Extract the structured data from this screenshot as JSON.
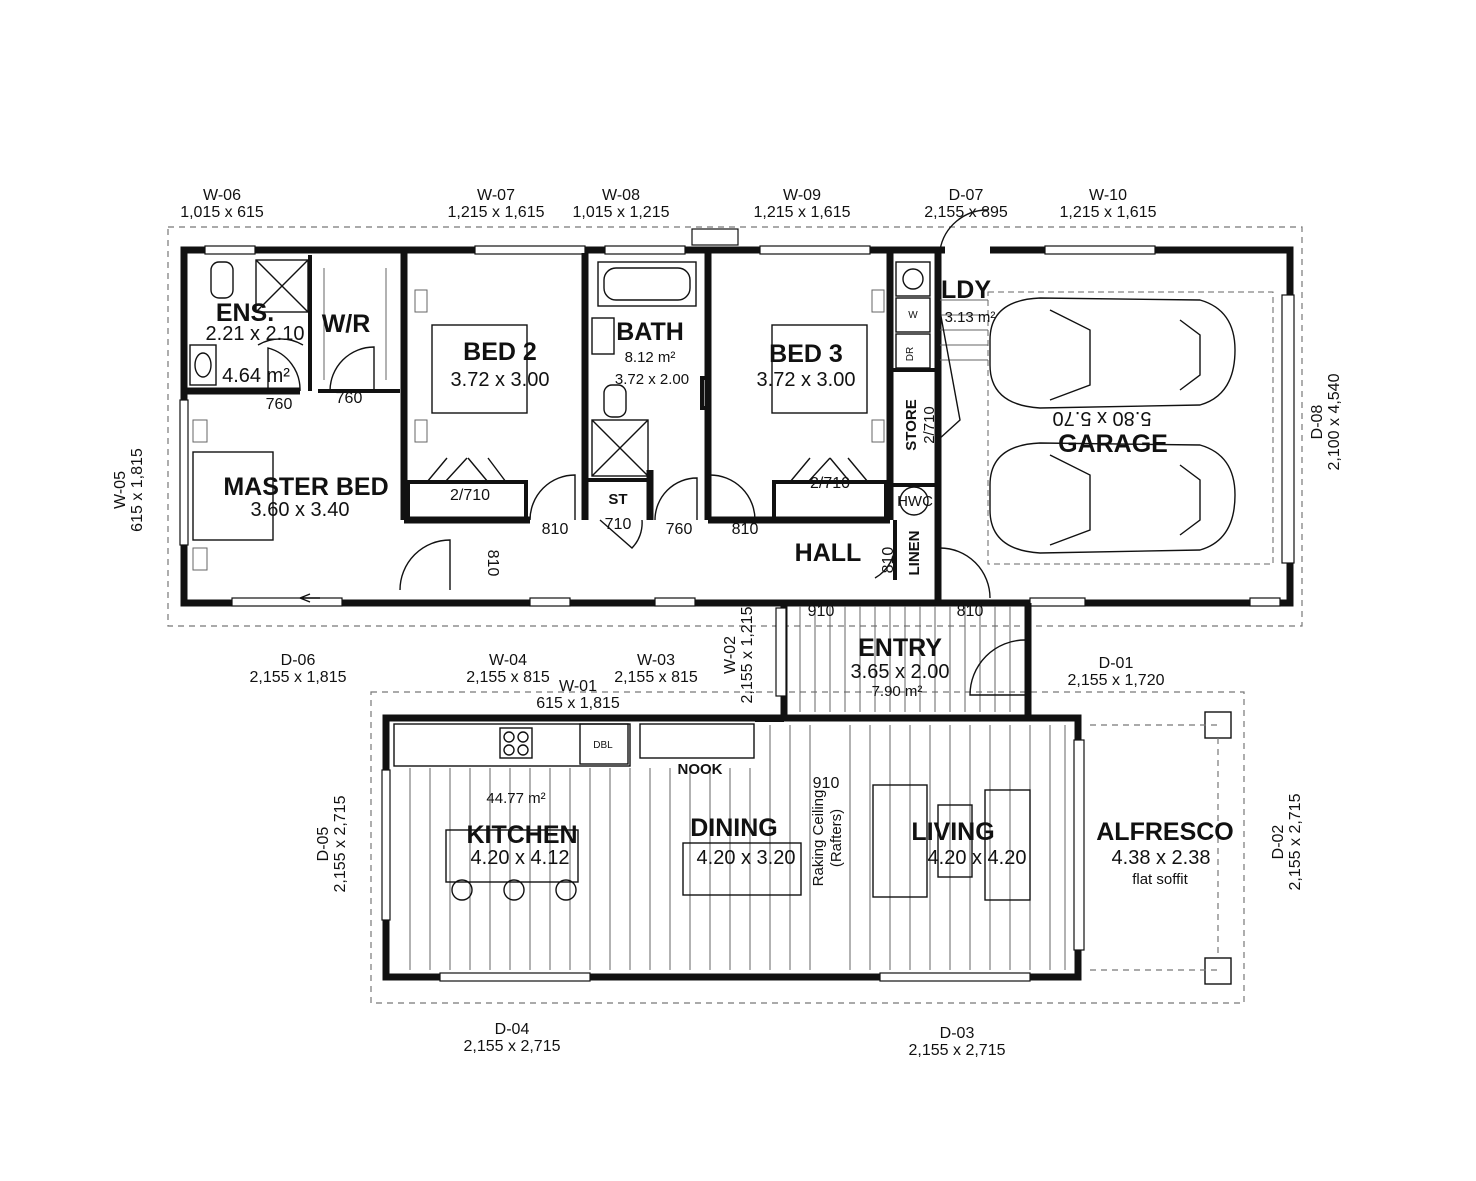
{
  "windows": [
    {
      "id": "w06",
      "code": "W-06",
      "size": "1,015 x 615"
    },
    {
      "id": "w07",
      "code": "W-07",
      "size": "1,215 x 1,615"
    },
    {
      "id": "w08",
      "code": "W-08",
      "size": "1,015 x 1,215"
    },
    {
      "id": "w09",
      "code": "W-09",
      "size": "1,215 x 1,615"
    },
    {
      "id": "d07",
      "code": "D-07",
      "size": "2,155 x 895"
    },
    {
      "id": "w10",
      "code": "W-10",
      "size": "1,215 x 1,615"
    },
    {
      "id": "d06",
      "code": "D-06",
      "size": "2,155 x 1,815"
    },
    {
      "id": "w04",
      "code": "W-04",
      "size": "2,155 x 815"
    },
    {
      "id": "w03",
      "code": "W-03",
      "size": "2,155 x 815"
    },
    {
      "id": "w01",
      "code": "W-01",
      "size": "615 x 1,815"
    },
    {
      "id": "d01",
      "code": "D-01",
      "size": "2,155 x 1,720"
    },
    {
      "id": "d04",
      "code": "D-04",
      "size": "2,155 x 2,715"
    },
    {
      "id": "d03",
      "code": "D-03",
      "size": "2,155 x 2,715"
    },
    {
      "id": "w05",
      "code": "W-05",
      "size": "615 x 1,815"
    },
    {
      "id": "w02",
      "code": "W-02",
      "size": "2,155 x 1,215"
    },
    {
      "id": "d08",
      "code": "D-08",
      "size": "2,100 x 4,540"
    },
    {
      "id": "d05",
      "code": "D-05",
      "size": "2,155 x 2,715"
    },
    {
      "id": "d02",
      "code": "D-02",
      "size": "2,155 x 2,715"
    }
  ],
  "rooms": {
    "ens": {
      "name": "ENS.",
      "dims": "2.21 x 2.10",
      "area": "4.64 m²"
    },
    "wr": {
      "name": "W/R"
    },
    "bed2": {
      "name": "BED 2",
      "dims": "3.72 x 3.00"
    },
    "bath": {
      "name": "BATH",
      "area": "8.12 m²",
      "dims": "3.72 x 2.00"
    },
    "bed3": {
      "name": "BED 3",
      "dims": "3.72 x 3.00"
    },
    "ldy": {
      "name": "LDY",
      "area": "3.13 m²"
    },
    "garage": {
      "name": "GARAGE",
      "dims": "5.80 x 5.70"
    },
    "master": {
      "name": "MASTER BED",
      "dims": "3.60 x 3.40"
    },
    "store": {
      "name": "STORE",
      "dims": "2/710"
    },
    "linen": {
      "name": "LINEN"
    },
    "hall": {
      "name": "HALL"
    },
    "entry": {
      "name": "ENTRY",
      "dims": "3.65 x 2.00",
      "area": "7.90 m²"
    },
    "kitchen": {
      "name": "KITCHEN",
      "dims": "4.20 x 4.12"
    },
    "dining": {
      "name": "DINING",
      "dims": "4.20 x 3.20"
    },
    "living": {
      "name": "LIVING",
      "dims": "4.20 x 4.20"
    },
    "alfresco": {
      "name": "ALFRESCO",
      "dims": "4.38 x 2.38",
      "note": "flat soffit"
    },
    "nook": {
      "name": "NOOK"
    },
    "st": {
      "name": "ST"
    },
    "living_area": "44.77 m²",
    "raking": {
      "line1": "Raking Ceiling",
      "line2": "(Rafters)"
    }
  },
  "fixtures": {
    "w": "W",
    "dr": "DR",
    "hwc": "HWC",
    "dbl": "DBL"
  },
  "door_dims": {
    "ens_door": "760",
    "wr_door": "760",
    "bed2_robe": "2/710",
    "bed3_robe": "2/710",
    "bed2_door": "810",
    "st_door": "710",
    "bath_door": "760",
    "bed3_door": "810",
    "linen_door": "810",
    "master_door": "810",
    "entry_left": "910",
    "entry_right": "810",
    "dining_open": "910"
  }
}
